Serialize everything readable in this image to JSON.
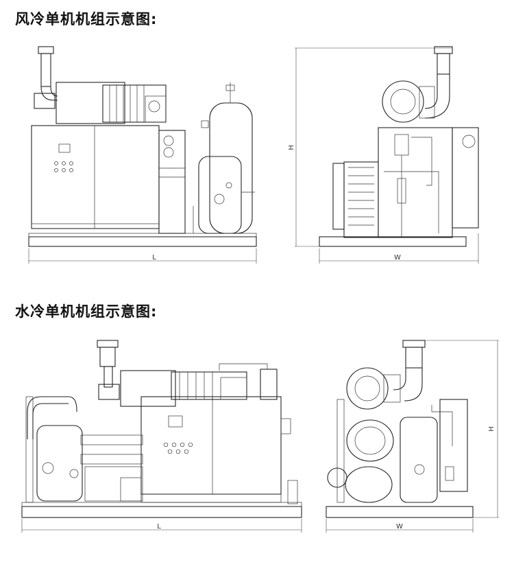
{
  "sections": {
    "air_cooled_title": "风冷单机机组示意图:",
    "water_cooled_title": "水冷单机机组示意图:"
  },
  "dimensions": {
    "air_front_length": "L",
    "air_side_height": "H",
    "air_side_width": "W",
    "water_front_length": "L",
    "water_side_height": "H",
    "water_side_width": "W"
  }
}
